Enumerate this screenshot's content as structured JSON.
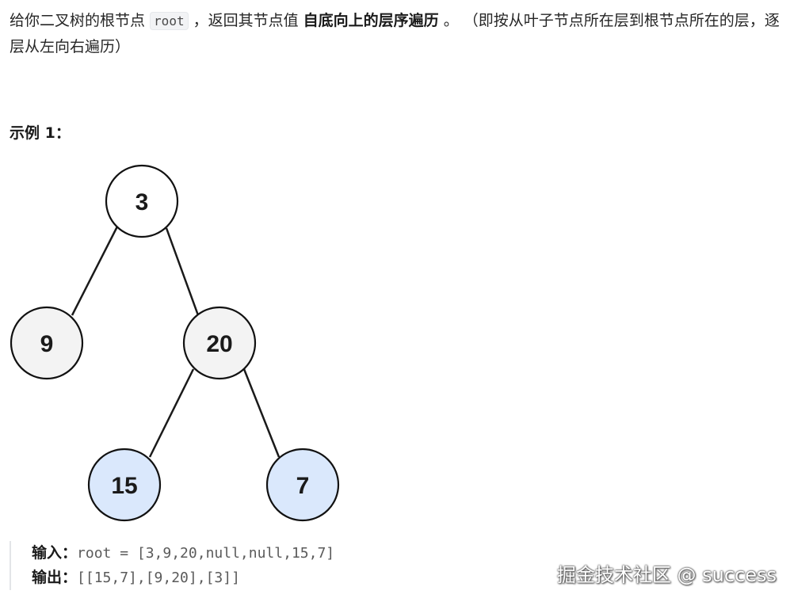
{
  "description": {
    "part1": "给你二叉树的根节点 ",
    "code": "root",
    "part2": " ，返回其节点值 ",
    "bold": "自底向上的层序遍历",
    "part3": " 。 （即按从叶子节点所在层到根节点所在的层，逐层从左向右遍历）"
  },
  "example": {
    "title": "示例 1：",
    "input_label": "输入：",
    "input_value": "root = [3,9,20,null,null,15,7]",
    "output_label": "输出：",
    "output_value": "[[15,7],[9,20],[3]]"
  },
  "tree": {
    "nodes": [
      {
        "id": "n3",
        "label": "3",
        "level": 0,
        "fill": "#ffffff"
      },
      {
        "id": "n9",
        "label": "9",
        "level": 1,
        "fill": "#f3f3f3"
      },
      {
        "id": "n20",
        "label": "20",
        "level": 1,
        "fill": "#f3f3f3"
      },
      {
        "id": "n15",
        "label": "15",
        "level": 2,
        "fill": "#dae8fc"
      },
      {
        "id": "n7",
        "label": "7",
        "level": 2,
        "fill": "#dae8fc"
      }
    ],
    "edges": [
      {
        "from": "n3",
        "to": "n9"
      },
      {
        "from": "n3",
        "to": "n20"
      },
      {
        "from": "n20",
        "to": "n15"
      },
      {
        "from": "n20",
        "to": "n7"
      }
    ]
  },
  "watermark": "掘金技术社区 @ success"
}
